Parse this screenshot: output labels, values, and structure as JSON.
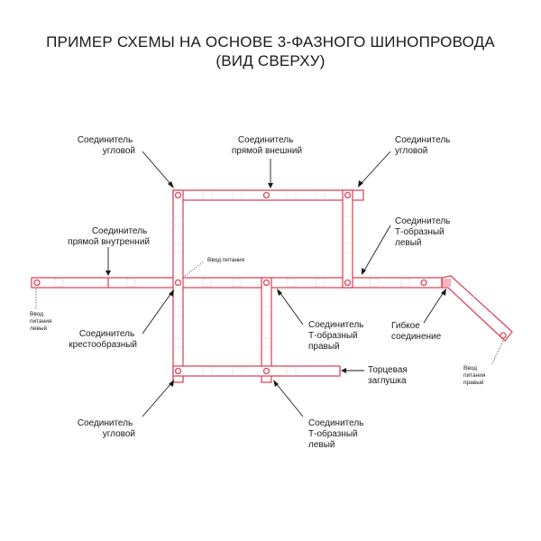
{
  "title": {
    "line1": "ПРИМЕР СХЕМЫ НА ОСНОВЕ 3-ФАЗНОГО ШИНОПРОВОДА",
    "line2": "(ВИД СВЕРХУ)"
  },
  "labels": {
    "corner_top_left": [
      "Соединитель",
      "угловой"
    ],
    "straight_outer": [
      "Соединитель",
      "прямой внешний"
    ],
    "corner_top_right": [
      "Соединитель",
      "угловой"
    ],
    "straight_inner": [
      "Соединитель",
      "прямой внутренний"
    ],
    "power_input_center": "Ввод питания",
    "t_left_top": [
      "Соединитель",
      "Т-образный",
      "левый"
    ],
    "power_input_left": [
      "Ввод",
      "питания",
      "левый"
    ],
    "cross": [
      "Соединитель",
      "крестообразный"
    ],
    "t_right_mid": [
      "Соединитель",
      "Т-образный",
      "правый"
    ],
    "flexible": [
      "Гибкое",
      "соединение"
    ],
    "power_input_right": [
      "Ввод",
      "питания",
      "правый"
    ],
    "end_cap": [
      "Торцевая",
      "заглушка"
    ],
    "corner_bottom": [
      "Соединитель",
      "угловой"
    ],
    "t_left_bottom": [
      "Соединитель",
      "Т-образный",
      "левый"
    ]
  },
  "colors": {
    "track": "#e0475a",
    "text": "#1a1a1a"
  }
}
